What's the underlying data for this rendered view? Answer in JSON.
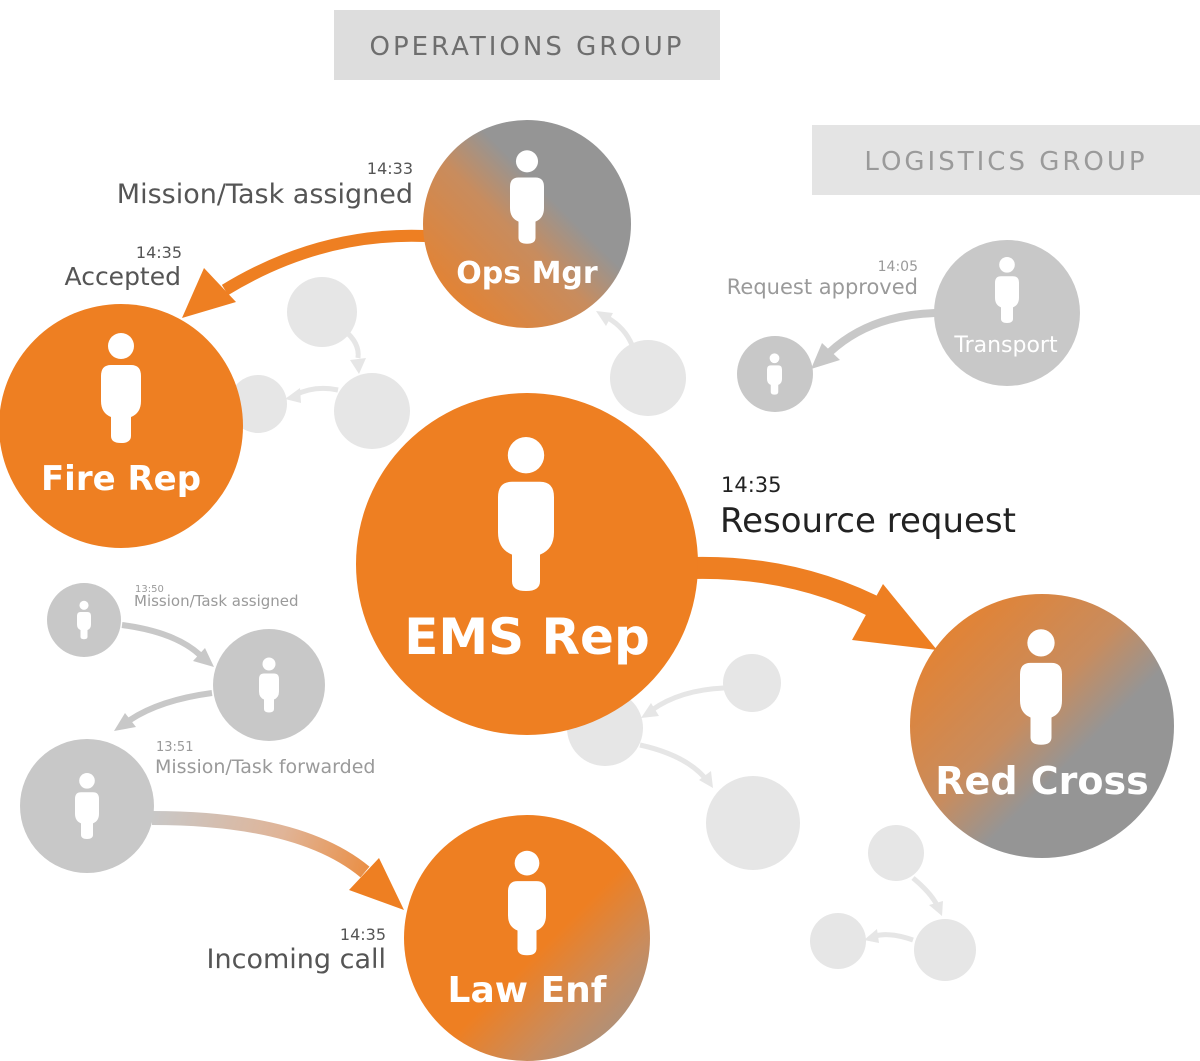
{
  "groups": {
    "operations": "OPERATIONS GROUP",
    "logistics": "LOGISTICS GROUP"
  },
  "nodes": {
    "ops_mgr": "Ops Mgr",
    "fire_rep": "Fire Rep",
    "ems_rep": "EMS Rep",
    "red_cross": "Red Cross",
    "law_enf": "Law Enf",
    "transport": "Transport"
  },
  "events": {
    "mission_assigned_ops": {
      "time": "14:33",
      "text": "Mission/Task assigned"
    },
    "accepted": {
      "time": "14:35",
      "text": "Accepted"
    },
    "resource_request": {
      "time": "14:35",
      "text": "Resource request"
    },
    "request_approved": {
      "time": "14:05",
      "text": "Request approved"
    },
    "mission_assigned_small": {
      "time": "13:50",
      "text": "Mission/Task assigned"
    },
    "mission_forwarded": {
      "time": "13:51",
      "text": "Mission/Task forwarded"
    },
    "incoming_call": {
      "time": "14:35",
      "text": "Incoming call"
    }
  },
  "colors": {
    "orange": "#ee7f22",
    "gray_dark": "#8f8f8f",
    "gray_node": "#c8c8c8",
    "gray_faint": "#e6e6e6",
    "group_box": "#dddddd"
  }
}
